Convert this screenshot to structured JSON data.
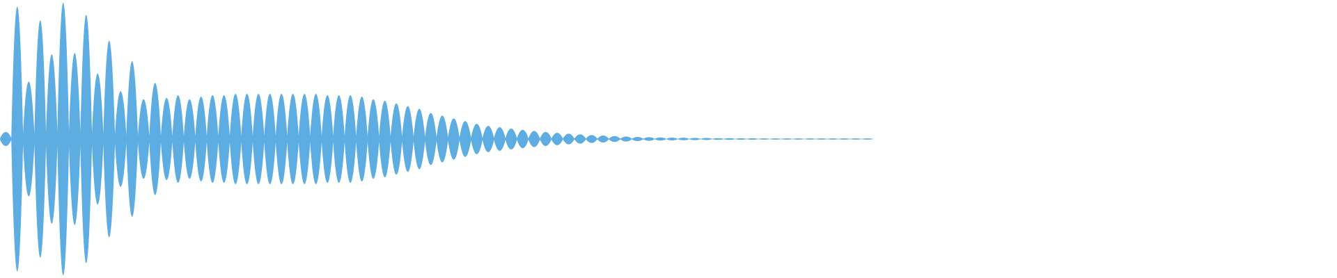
{
  "waveform": {
    "color": "#5dade2",
    "background": "#ffffff",
    "duration_fraction": 0.653,
    "lobes": [
      0.05,
      0.97,
      0.42,
      0.87,
      0.62,
      1.0,
      0.63,
      0.91,
      0.48,
      0.72,
      0.35,
      0.57,
      0.29,
      0.41,
      0.3,
      0.32,
      0.29,
      0.31,
      0.32,
      0.32,
      0.33,
      0.33,
      0.33,
      0.33,
      0.33,
      0.33,
      0.33,
      0.33,
      0.32,
      0.32,
      0.32,
      0.31,
      0.29,
      0.28,
      0.26,
      0.24,
      0.22,
      0.19,
      0.17,
      0.15,
      0.13,
      0.11,
      0.095,
      0.085,
      0.075,
      0.066,
      0.058,
      0.05,
      0.044,
      0.038,
      0.033,
      0.028,
      0.024,
      0.02,
      0.017,
      0.014,
      0.012,
      0.01,
      0.009,
      0.008,
      0.007,
      0.006,
      0.005,
      0.005,
      0.004,
      0.004,
      0.003,
      0.003,
      0.003,
      0.003,
      0.003,
      0.002,
      0.002,
      0.002,
      0.002,
      0.002
    ]
  }
}
